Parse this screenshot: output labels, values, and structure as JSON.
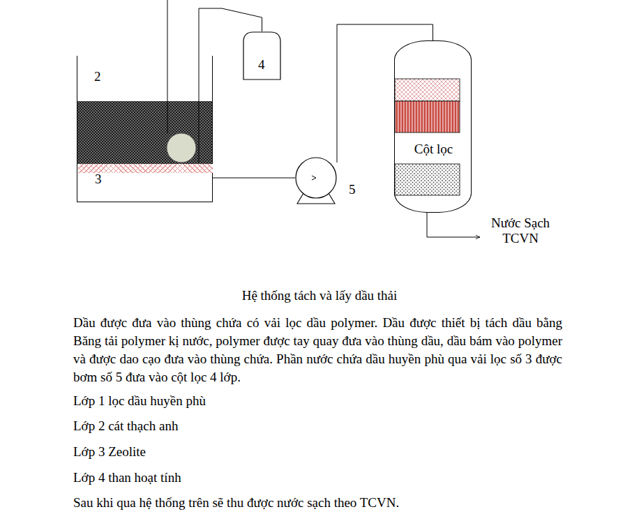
{
  "diagram": {
    "caption": "Hệ thống tách và lấy dầu thải",
    "nodes": [
      {
        "text": [
          "2"
        ]
      },
      {
        "text": [
          "3"
        ],
        "in": 0
      },
      {
        "text": [
          "4"
        ]
      },
      {
        "text": [
          "5"
        ]
      },
      {
        "text": [
          "Cột lọc"
        ]
      }
    ],
    "edges": [
      {
        "from": 0,
        "to": 2,
        "arrow": "none"
      },
      {
        "from": 0,
        "to": 3,
        "arrow": "none"
      },
      {
        "from": 3,
        "to": 4,
        "arrow": "none"
      }
    ],
    "labels": [
      "Nước Sạch TCVN",
      "Dầu được đưa vào thùng chứa có vải lọc dầu polymer. Dầu được thiết bị tách dầu bằng Băng tải polymer kị nước, polymer được tay quay đưa vào thùng dầu, dầu bám vào polymer và được dao cạo đưa vào thùng chứa. Phần nước chứa dầu huyền phù qua vải lọc số 3 được bơm số 5 đưa vào cột lọc 4 lớp.",
      "Lớp 1 lọc dầu huyền phù",
      "Lớp 2 cát thạch anh",
      "Lớp 3 Zeolite",
      "Lớp 4 than hoạt tính",
      "Sau khi qua hệ thống trên sẽ thu được nước sạch theo TCVN."
    ]
  }
}
